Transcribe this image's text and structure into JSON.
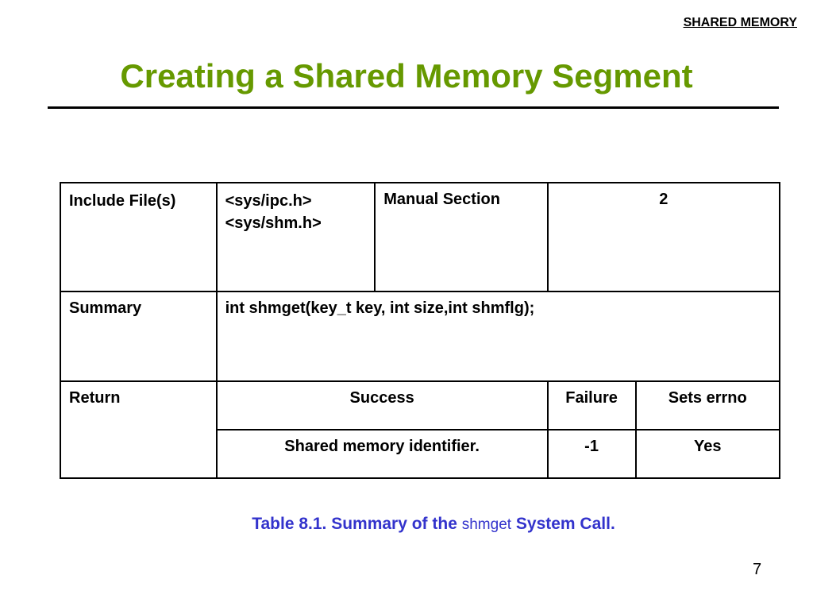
{
  "header": {
    "section_tag": "SHARED MEMORY"
  },
  "slide": {
    "title": "Creating a Shared Memory Segment",
    "page_number": "7"
  },
  "table": {
    "include_label": "Include File(s)",
    "include_files": [
      "<sys/ipc.h>",
      "<sys/shm.h>"
    ],
    "manual_label": "Manual Section",
    "manual_value": "2",
    "summary_label": "Summary",
    "summary_value": "int shmget(key_t key, int size,int shmflg);",
    "return_label": "Return",
    "headers": {
      "success": "Success",
      "failure": "Failure",
      "errno": "Sets errno"
    },
    "values": {
      "success": "Shared memory identifier.",
      "failure": "-1",
      "errno": "Yes"
    }
  },
  "caption": {
    "prefix": "Table 8.1. Summary of the ",
    "function": "shmget",
    "suffix": " System Call."
  },
  "colors": {
    "title": "#669900",
    "caption": "#3333cc"
  }
}
